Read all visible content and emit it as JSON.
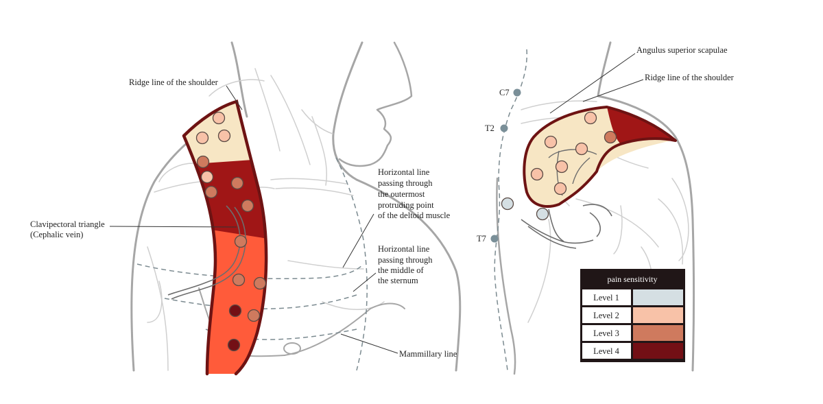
{
  "colors": {
    "body_line": "#a6a6a6",
    "body_line_light": "#cfcfcf",
    "dashed_line": "#7b8a90",
    "vertebra_dot": "#7a8f98",
    "band_border": "#6e1313",
    "zone_top": "#f7e6c4",
    "zone_middle": "#a01616",
    "zone_bottom": "#ff5b3a",
    "vein": "#6d6d6d",
    "level_1": "#d5dfe3",
    "level_2": "#f8c2a8",
    "level_3": "#cf7a5e",
    "level_4": "#730f15",
    "legend_header": "#201617"
  },
  "anterior_labels": {
    "ridge_line": "Ridge line of the shoulder",
    "clavipectoral_line1": "Clavipectoral triangle",
    "clavipectoral_line2": "(Cephalic vein)",
    "deltoid_line1": "Horizontal line",
    "deltoid_line2": "passing through",
    "deltoid_line3": "the outermost",
    "deltoid_line4": "protruding point",
    "deltoid_line5": "of the deltoid muscle",
    "sternum_line1": "Horizontal line",
    "sternum_line2": "passing through",
    "sternum_line3": "the middle of",
    "sternum_line4": "the sternum",
    "mammillary": "Mammillary line"
  },
  "posterior_labels": {
    "angulus": "Angulus superior scapulae",
    "ridge_line": "Ridge line of the shoulder",
    "c7": "C7",
    "t2": "T2",
    "t7": "T7"
  },
  "anterior_points": [
    {
      "level": 2
    },
    {
      "level": 2
    },
    {
      "level": 2
    },
    {
      "level": 3
    },
    {
      "level": 2
    },
    {
      "level": 3
    },
    {
      "level": 3
    },
    {
      "level": 3
    },
    {
      "level": 3
    },
    {
      "level": 3
    },
    {
      "level": 3
    },
    {
      "level": 3
    },
    {
      "level": 4
    },
    {
      "level": 4
    }
  ],
  "posterior_points": [
    {
      "level": 2
    },
    {
      "level": 2
    },
    {
      "level": 2
    },
    {
      "level": 2
    },
    {
      "level": 2
    },
    {
      "level": 2
    },
    {
      "level": 3
    },
    {
      "level": 1
    },
    {
      "level": 1
    }
  ],
  "legend": {
    "title": "pain sensitivity",
    "levels": [
      {
        "label": "Level 1",
        "level": 1
      },
      {
        "label": "Level 2",
        "level": 2
      },
      {
        "label": "Level 3",
        "level": 3
      },
      {
        "label": "Level 4",
        "level": 4
      }
    ]
  }
}
